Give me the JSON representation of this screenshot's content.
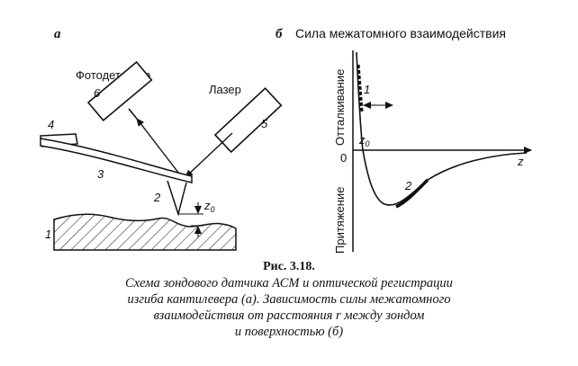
{
  "panel_a": {
    "letter": "а",
    "photodetector_label": "Фотодетектор",
    "laser_label": "Лазер",
    "num_photodetector": "6",
    "num_laser": "5",
    "num_piezo": "4",
    "num_cantilever": "3",
    "num_tip": "2",
    "num_surface": "1",
    "z0_label": "z",
    "z0_sub": "0"
  },
  "panel_b": {
    "letter": "б",
    "title": "Сила межатомного взаимодействия",
    "repulsion_label": "Отталкивание",
    "attraction_label": "Притяжение",
    "origin_label": "0",
    "z_axis_label": "z",
    "z0_label": "z",
    "z0_sub": "0",
    "curve1_label": "1",
    "curve2_label": "2"
  },
  "caption": {
    "title": "Рис. 3.18.",
    "lines": [
      "Схема зондового датчика АСМ и оптической регистрации",
      "изгиба кантилевера (а). Зависимость силы межатомного",
      "взаимодействия от расстояния r между зондом",
      "и поверхностью (б)"
    ]
  }
}
